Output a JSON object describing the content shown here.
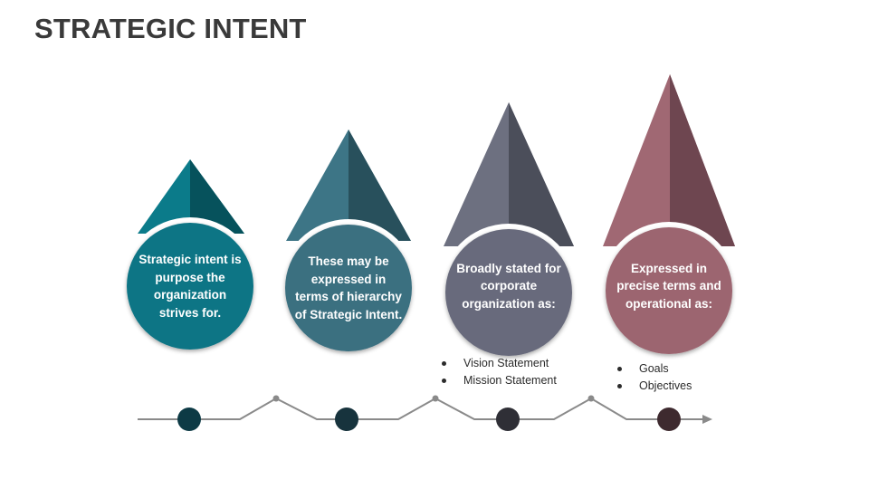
{
  "title": "STRATEGIC INTENT",
  "colors": {
    "teal": "#0d7585",
    "steel_blue": "#3b6f80",
    "slate": "#676a7b",
    "mauve": "#9c6570",
    "timeline_line": "#8a8a8a"
  },
  "stages": [
    {
      "text": "Strategic intent is purpose the organization strives for.",
      "bullets": []
    },
    {
      "text": "These may be expressed in terms of hierarchy of Strategic Intent.",
      "bullets": []
    },
    {
      "text": "Broadly stated for corporate organization as:",
      "bullets": [
        "Vision Statement",
        "Mission Statement"
      ]
    },
    {
      "text": "Expressed in precise terms and operational as:",
      "bullets": [
        "Goals",
        "Objectives"
      ]
    }
  ]
}
